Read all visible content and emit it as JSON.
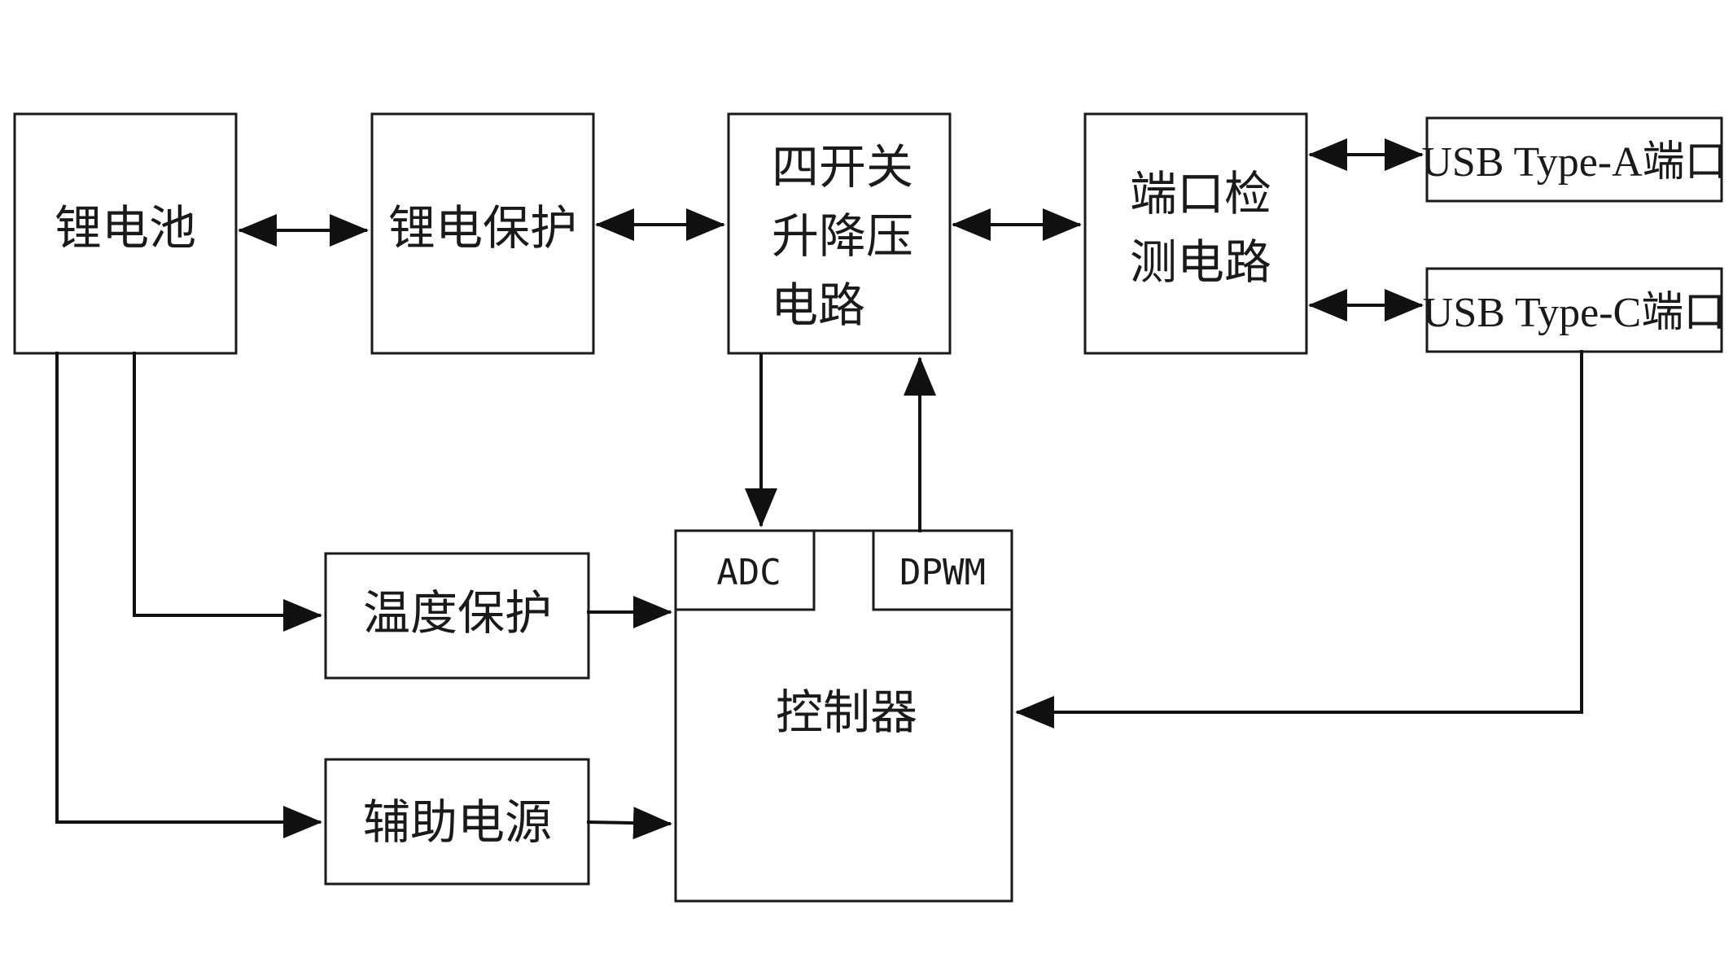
{
  "blocks": {
    "li_battery": {
      "label": "锂电池"
    },
    "li_protect": {
      "label": "锂电保护"
    },
    "buck_boost": {
      "lines": [
        "四开关",
        "升降压",
        "电路"
      ]
    },
    "port_detect": {
      "lines": [
        "端口检",
        "测电路"
      ]
    },
    "usb_a": {
      "label": "USB Type-A端口"
    },
    "usb_c": {
      "label": "USB Type-C端口"
    },
    "temp_protect": {
      "label": "温度保护"
    },
    "aux_power": {
      "label": "辅助电源"
    },
    "controller": {
      "label": "控制器",
      "adc": "ADC",
      "dpwm": "DPWM"
    }
  },
  "colors": {
    "line": "#111111",
    "box_stroke": "#1a1a1a",
    "background": "#ffffff"
  }
}
